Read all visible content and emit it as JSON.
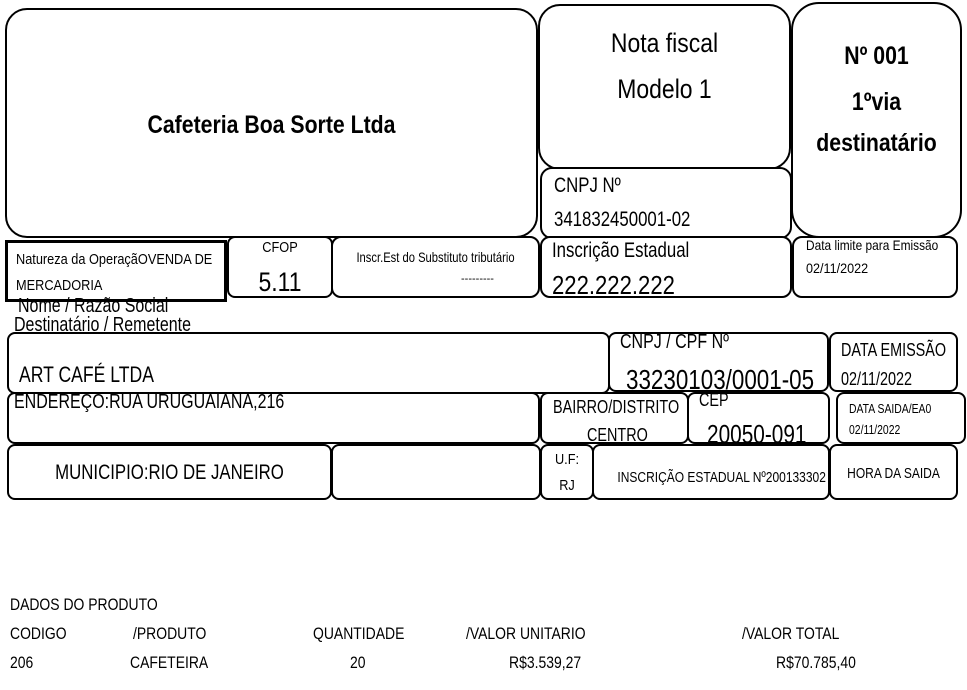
{
  "header": {
    "company": "Cafeteria Boa Sorte Ltda",
    "doc_title_1": "Nota fiscal",
    "doc_title_2": "Modelo 1",
    "number": "Nº 001",
    "via": "1ºvia",
    "destination": "destinatário",
    "cnpj_label": "CNPJ Nº",
    "cnpj_value": "341832450001-02"
  },
  "operation": {
    "natureza_line1": "Natureza da OperaçãOVENDA DE",
    "natureza_line2": "MERCADORIA",
    "cfop_label": "CFOP",
    "cfop_value": "5.11",
    "inscr_subst_label": "Inscr.Est do Substituto tributário",
    "inscr_subst_value": "---------",
    "inscr_estadual_label": "Inscrição Estadual",
    "inscr_estadual_value": "222.222.222",
    "data_limite_label": "Data limite para Emissão",
    "data_limite_value": "02/11/2022"
  },
  "recipient": {
    "section_label_1": "Nome / Razão Social",
    "section_label_2": "Destinatário / Remetente",
    "name": "ART CAFÉ LTDA",
    "cnpj_cpf_label": "CNPJ / CPF Nº",
    "cnpj_cpf_value": "33230103/0001-05",
    "data_emissao_label": "DATA EMISSÃO",
    "data_emissao_value": "02/11/2022",
    "endereco": "ENDEREÇO:RUA URUGUAIANA,216",
    "bairro_label": "BAIRRO/DISTRITO",
    "bairro_value": "CENTRO",
    "cep_label": "CEP",
    "cep_value": "20050-091",
    "data_saida_label": "DATA SAIDA/EA0",
    "data_saida_value": "02/11/2022",
    "municipio": "MUNICIPIO:RIO DE JANEIRO",
    "uf_label": "U.F:",
    "uf_value": "RJ",
    "inscricao_estadual": "INSCRIÇÃO ESTADUAL Nº200133302",
    "hora_saida_label": "HORA DA SAIDA"
  },
  "product": {
    "section_title": "DADOS DO PRODUTO",
    "headers": [
      "CODIGO",
      "/PRODUTO",
      "QUANTIDADE",
      "/VALOR UNITARIO",
      "/VALOR TOTAL"
    ],
    "row": [
      "206",
      "CAFETEIRA",
      "20",
      "R$3.539,27",
      "R$70.785,40"
    ]
  }
}
